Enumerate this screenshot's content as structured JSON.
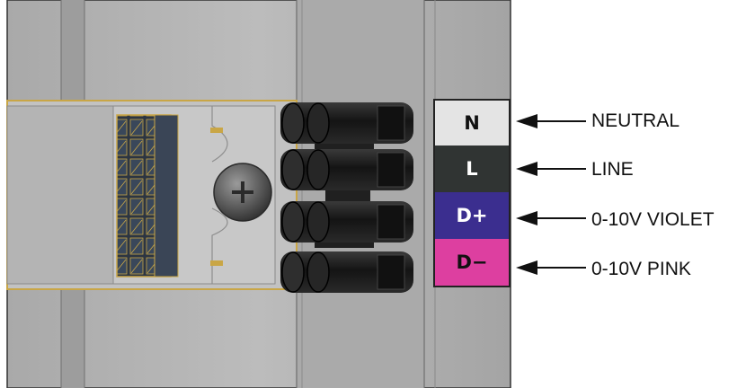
{
  "terminals": [
    {
      "symbol": "N",
      "label": "NEUTRAL",
      "color": "#e4e4e4"
    },
    {
      "symbol": "L",
      "label": "LINE",
      "color": "#303433"
    },
    {
      "symbol": "D+",
      "label": "0-10V VIOLET",
      "color": "#3b2e8f"
    },
    {
      "symbol": "D−",
      "label": "0-10V PINK",
      "color": "#dd3fa0"
    }
  ],
  "colors": {
    "housing": "#b8b8b8",
    "housing_dark": "#8e8e8e",
    "connector": "#1b1b1b",
    "terminal_block": "#2b3340",
    "brass": "#c9a646"
  }
}
